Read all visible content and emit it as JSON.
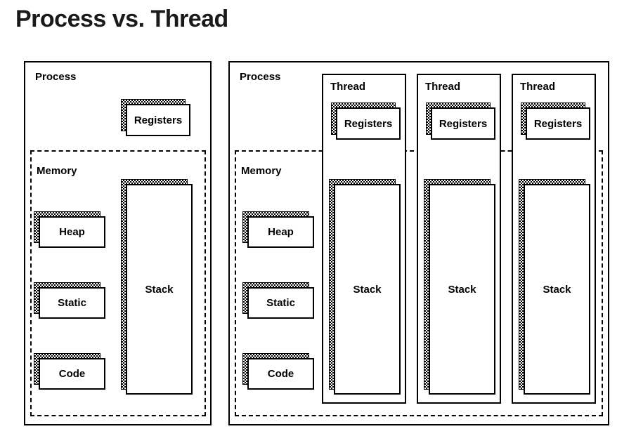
{
  "title": "Process vs. Thread",
  "colors": {
    "ink": "#000000",
    "title_ink": "#1a1a1a",
    "paper": "#ffffff",
    "shadow_pattern": "#000000"
  },
  "panels": [
    {
      "id": "process-single",
      "label": "Process",
      "memory": {
        "label": "Memory",
        "boxes": [
          {
            "name": "heap",
            "label": "Heap"
          },
          {
            "name": "static",
            "label": "Static"
          },
          {
            "name": "code",
            "label": "Code"
          },
          {
            "name": "stack",
            "label": "Stack"
          }
        ]
      },
      "boxes": [
        {
          "name": "registers",
          "label": "Registers"
        }
      ]
    },
    {
      "id": "process-multi",
      "label": "Process",
      "memory": {
        "label": "Memory",
        "boxes": [
          {
            "name": "heap",
            "label": "Heap"
          },
          {
            "name": "static",
            "label": "Static"
          },
          {
            "name": "code",
            "label": "Code"
          }
        ]
      },
      "threads": [
        {
          "label": "Thread",
          "registers_label": "Registers",
          "stack_label": "Stack"
        },
        {
          "label": "Thread",
          "registers_label": "Registers",
          "stack_label": "Stack"
        },
        {
          "label": "Thread",
          "registers_label": "Registers",
          "stack_label": "Stack"
        }
      ]
    }
  ]
}
